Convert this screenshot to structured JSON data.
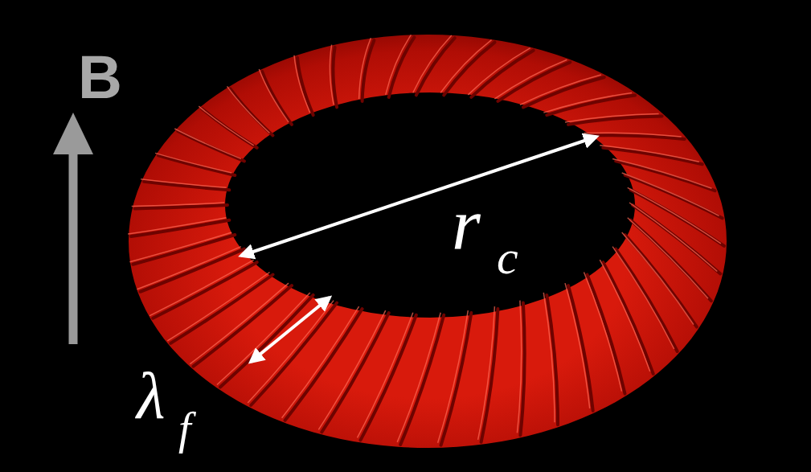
{
  "diagram": {
    "labels": [
      "B",
      "r",
      "c",
      "λ",
      "f"
    ]
  }
}
